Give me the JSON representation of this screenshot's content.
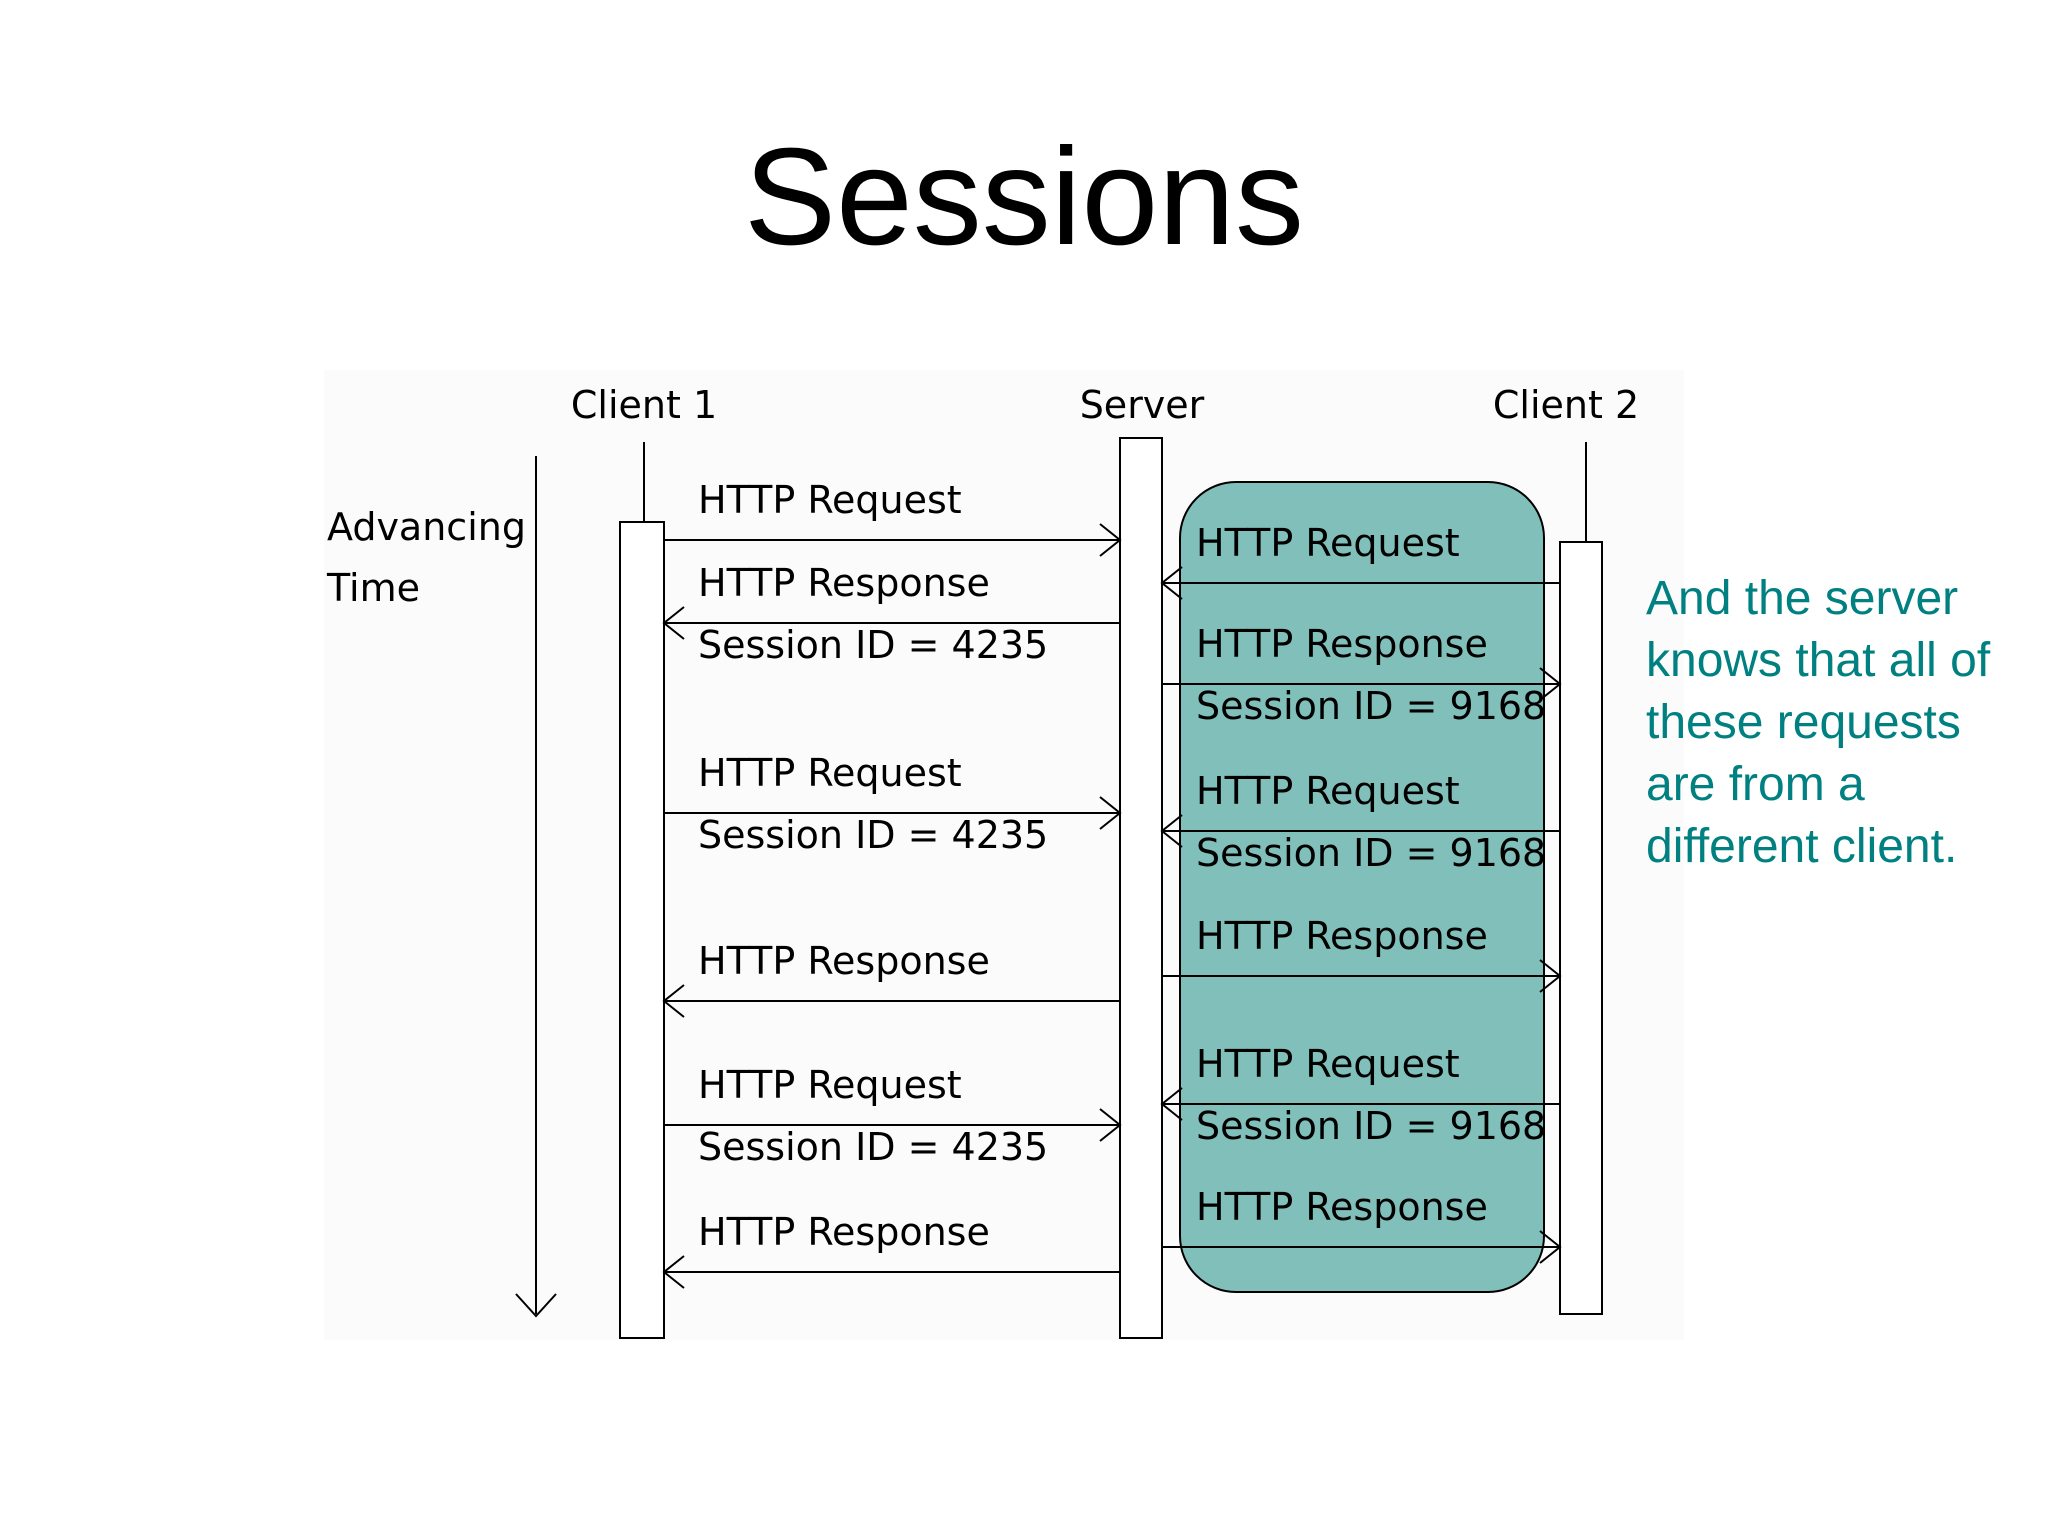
{
  "title": "Sessions",
  "colors": {
    "diagram_background": "#fbfbfb",
    "highlight_fill": "#80bfba",
    "note_text": "#008080"
  },
  "diagram": {
    "participants": {
      "client1": "Client 1",
      "server": "Server",
      "client2": "Client 2"
    },
    "time_label": [
      "Advancing",
      "Time"
    ],
    "client1_messages": [
      {
        "direction": "to-server",
        "line1": "HTTP Request",
        "line2": ""
      },
      {
        "direction": "to-client",
        "line1": "HTTP Response",
        "line2": "Session ID = 4235"
      },
      {
        "direction": "to-server",
        "line1": "HTTP Request",
        "line2": "Session ID = 4235"
      },
      {
        "direction": "to-client",
        "line1": "HTTP Response",
        "line2": ""
      },
      {
        "direction": "to-server",
        "line1": "HTTP Request",
        "line2": "Session ID = 4235"
      },
      {
        "direction": "to-client",
        "line1": "HTTP Response",
        "line2": ""
      }
    ],
    "client2_messages": [
      {
        "direction": "to-server",
        "line1": "HTTP Request",
        "line2": ""
      },
      {
        "direction": "to-client",
        "line1": "HTTP Response",
        "line2": "Session ID = 9168"
      },
      {
        "direction": "to-server",
        "line1": "HTTP Request",
        "line2": "Session ID = 9168"
      },
      {
        "direction": "to-client",
        "line1": "HTTP Response",
        "line2": ""
      },
      {
        "direction": "to-server",
        "line1": "HTTP Request",
        "line2": "Session ID = 9168"
      },
      {
        "direction": "to-client",
        "line1": "HTTP Response",
        "line2": ""
      }
    ]
  },
  "note": "And the server knows that all of these requests are from a different client."
}
